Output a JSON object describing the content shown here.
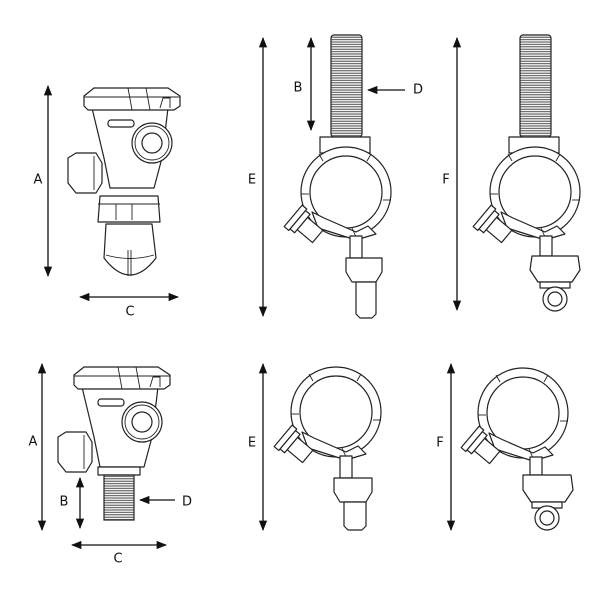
{
  "labels": {
    "a": "A",
    "b": "B",
    "c": "C",
    "d": "D",
    "e": "E",
    "f": "F"
  },
  "colors": {
    "line": "#222222",
    "background": "#ffffff"
  }
}
